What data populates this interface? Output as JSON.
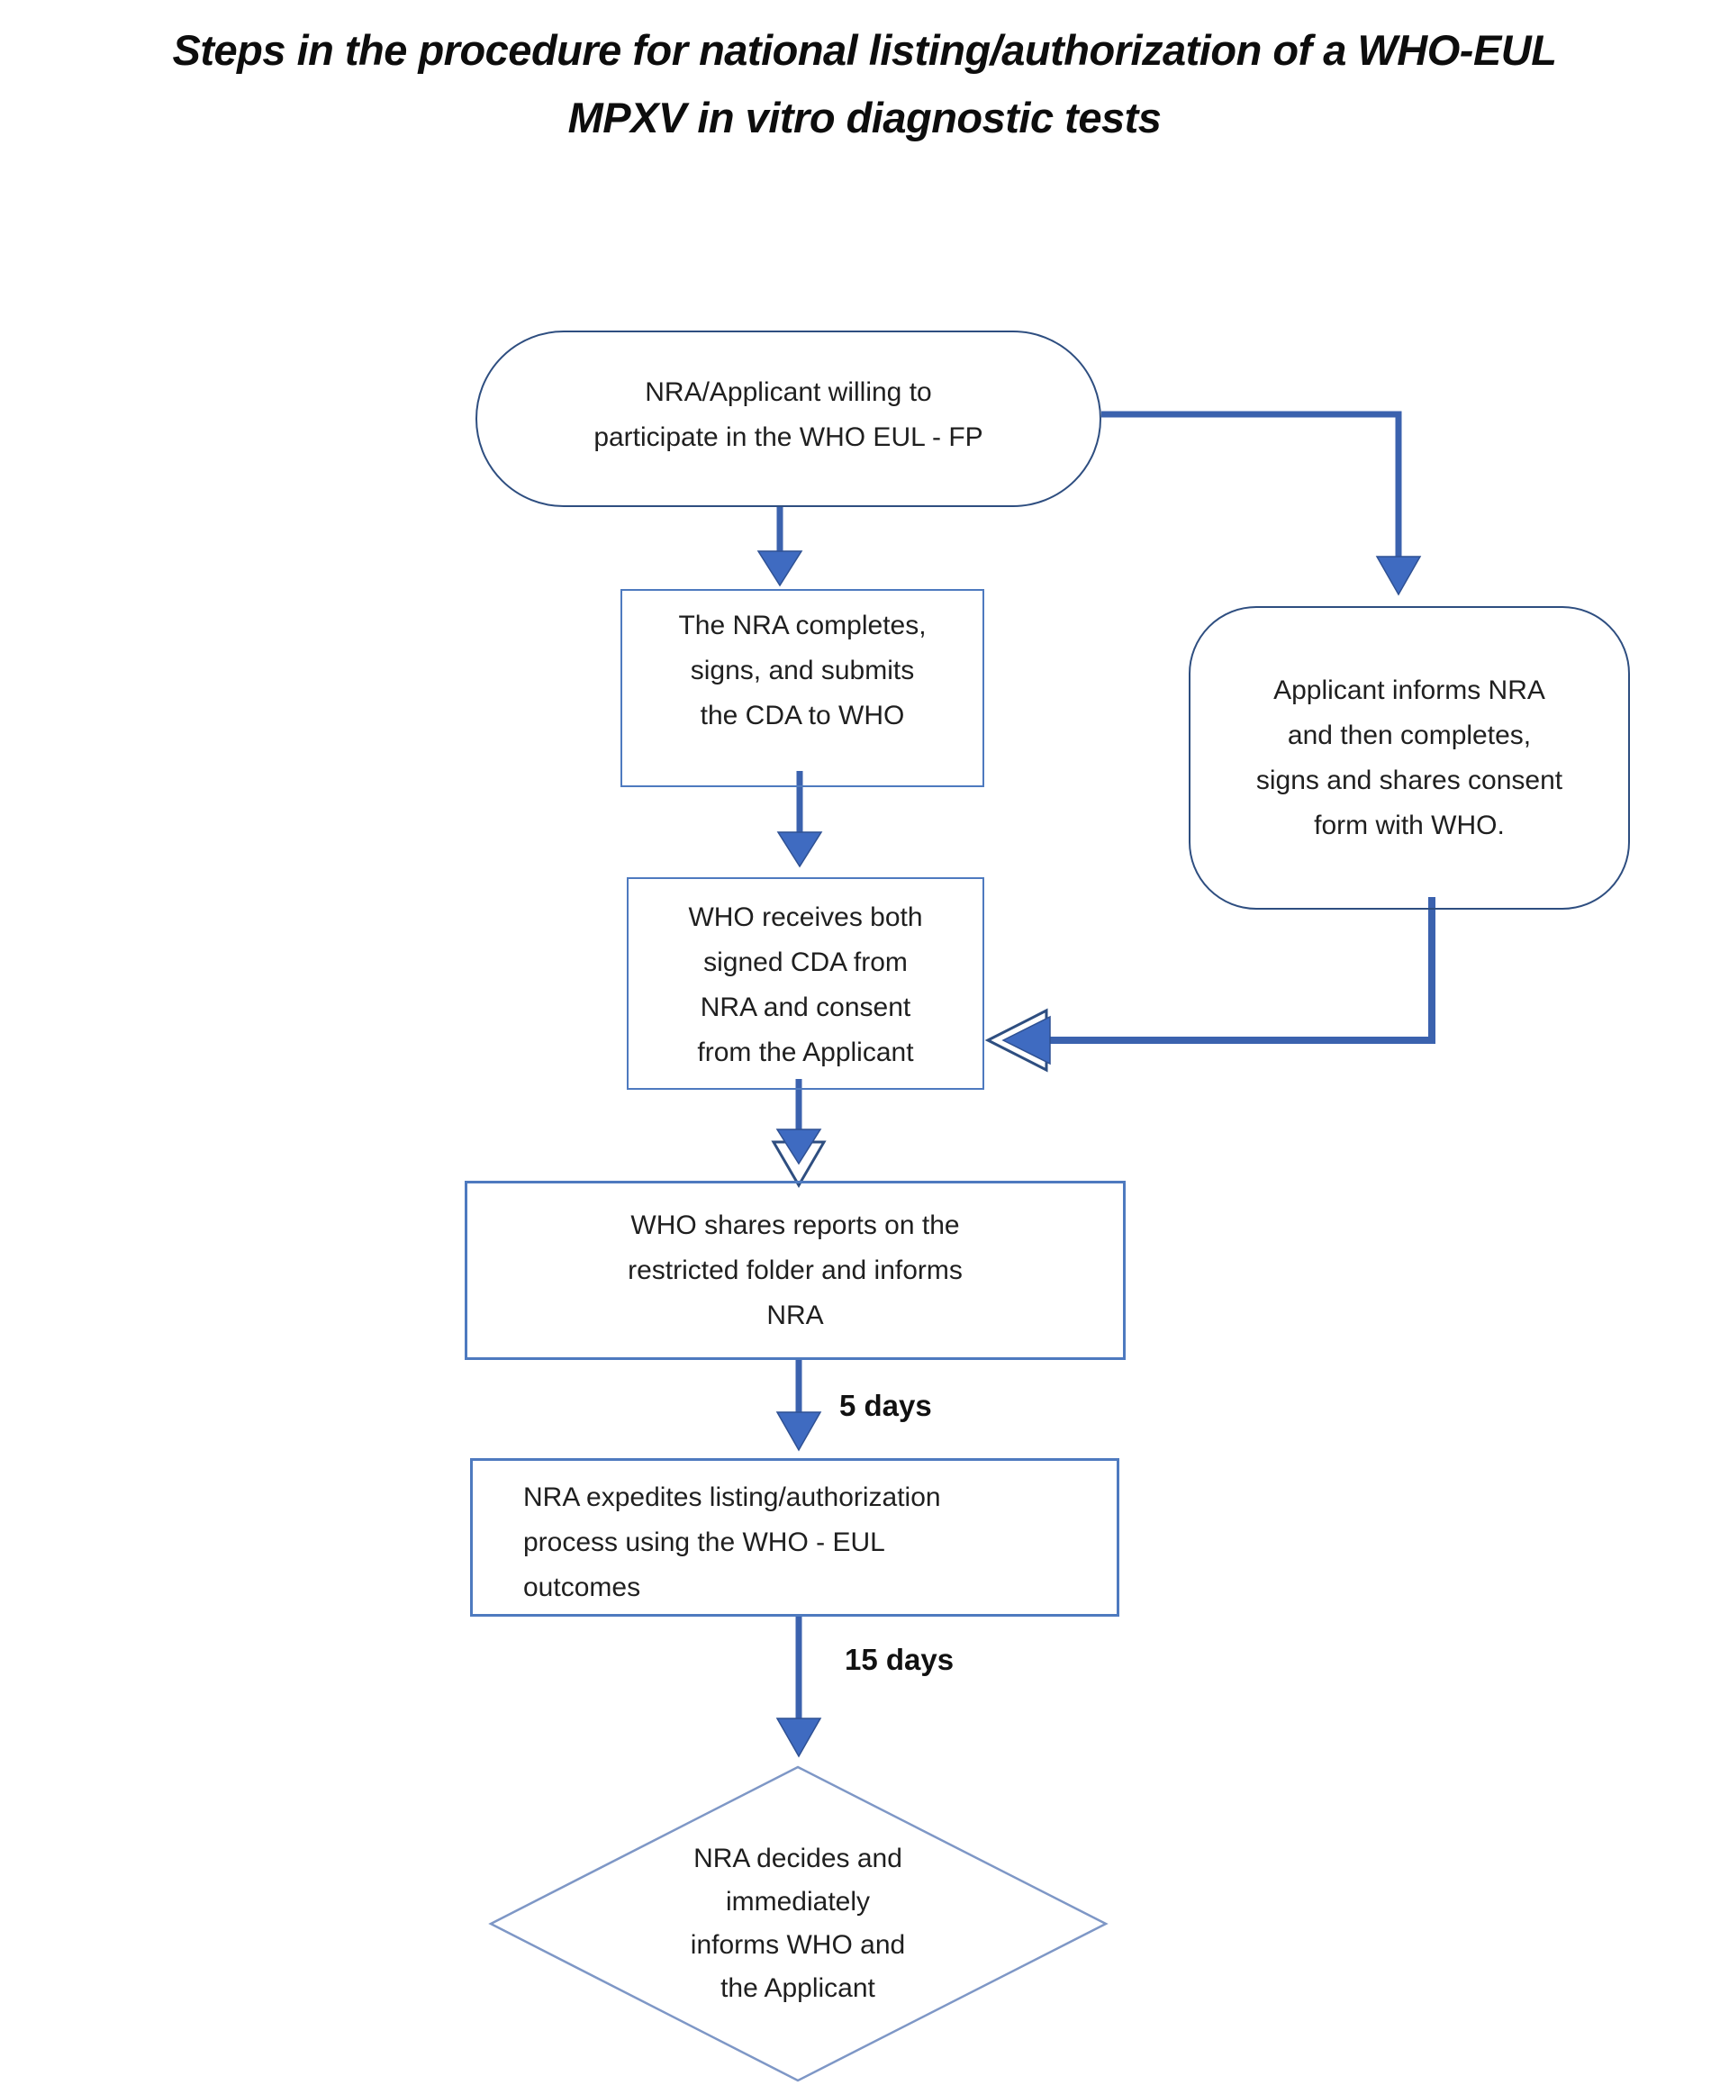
{
  "title": {
    "lines": [
      "Steps in the procedure for national listing/authorization of a WHO-EUL",
      "MPXV in vitro diagnostic tests"
    ]
  },
  "nodes": {
    "start": {
      "shape": "terminator",
      "lines": [
        "NRA/Applicant willing to",
        "participate in the WHO EUL - FP"
      ]
    },
    "nra_completes": {
      "shape": "process",
      "lines": [
        "The NRA completes,",
        "signs, and submits",
        "the CDA to WHO"
      ]
    },
    "applicant_informs": {
      "shape": "alternate-process",
      "lines": [
        "Applicant informs NRA",
        "and then completes,",
        "signs and shares consent",
        "form with WHO."
      ]
    },
    "who_receives": {
      "shape": "process",
      "lines": [
        "WHO receives both",
        "signed CDA from",
        "NRA and consent",
        "from the Applicant"
      ]
    },
    "who_shares": {
      "shape": "process",
      "lines": [
        "WHO shares reports on the",
        "restricted folder and informs",
        "NRA"
      ]
    },
    "nra_expedites": {
      "shape": "process",
      "lines": [
        "NRA expedites listing/authorization",
        "process using the WHO - EUL",
        "outcomes"
      ]
    },
    "nra_decides": {
      "shape": "decision",
      "lines": [
        "NRA decides and",
        "immediately",
        "informs WHO and",
        "the Applicant"
      ]
    }
  },
  "edges": {
    "five_days": "5 days",
    "fifteen_days": "15 days"
  },
  "colors": {
    "connector": "#3b62ae",
    "arrowhead_fill": "#3f6bc1",
    "process_border": "#4e7abf",
    "terminator_border": "#2e4e80",
    "decision_border": "#7e97c6",
    "text": "#1f1f1f"
  }
}
